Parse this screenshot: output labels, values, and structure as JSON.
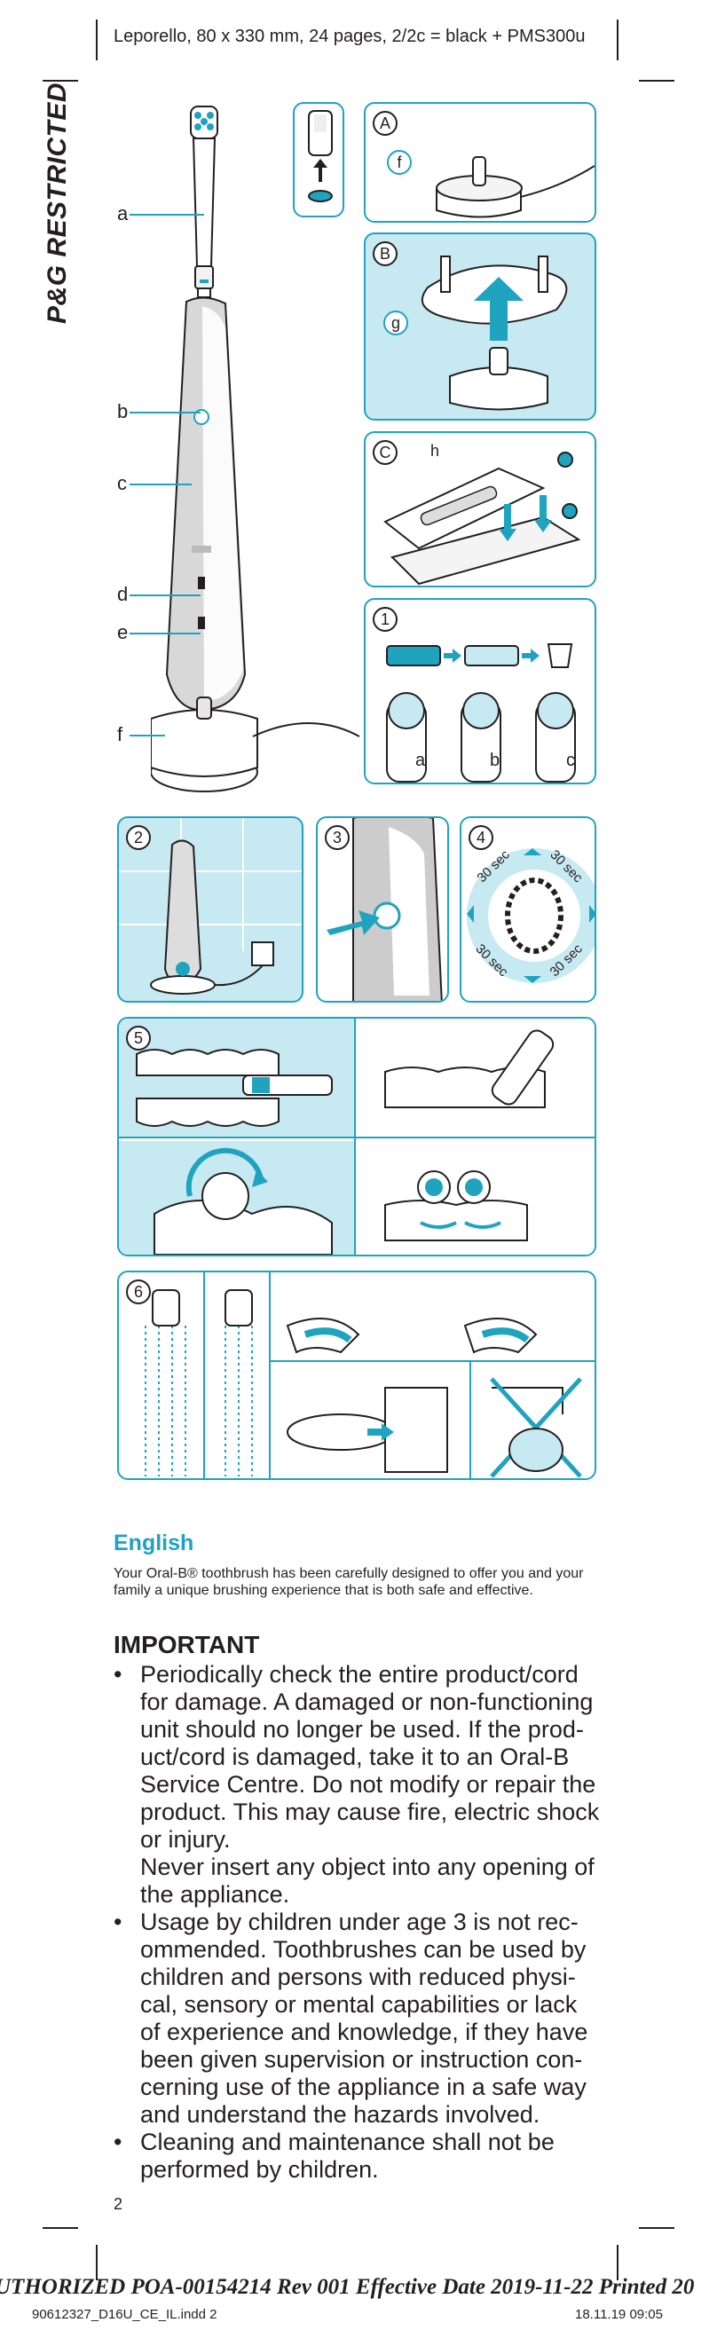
{
  "header": {
    "spec": "Leporello, 80 x 330 mm, 24 pages, 2/2c = black + PMS300u"
  },
  "watermark": {
    "restricted": "P&G RESTRICTED"
  },
  "overview": {
    "labels": [
      "a",
      "b",
      "c",
      "d",
      "e",
      "f"
    ]
  },
  "panels": {
    "A": {
      "num": "A",
      "callout": "f"
    },
    "B": {
      "num": "B",
      "callout": "g"
    },
    "C": {
      "num": "C",
      "callout": "h"
    },
    "p1": {
      "num": "1",
      "heads": [
        "a",
        "b",
        "c"
      ]
    },
    "p2": {
      "num": "2"
    },
    "p3": {
      "num": "3"
    },
    "p4": {
      "num": "4",
      "quadrants": [
        "30 sec",
        "30 sec",
        "30 sec",
        "30 sec"
      ]
    },
    "p5": {
      "num": "5"
    },
    "p6": {
      "num": "6"
    }
  },
  "colors": {
    "accent": "#1fa3bf",
    "light_fill": "#c7e9f2",
    "ink": "#231f20"
  },
  "text": {
    "language": "English",
    "intro": "Your Oral-B® toothbrush has been carefully designed to offer you and your family a unique brushing experience that is both safe and effective.",
    "important_heading": "IMPORTANT",
    "bullets": [
      [
        "Periodically check the entire product/cord",
        "for damage. A damaged or non-functioning",
        "unit should no longer be used. If the prod-",
        "uct/cord is damaged, take it to an Oral-B",
        "Service Centre. Do not modify or repair the",
        "product. This may cause fire, electric shock",
        "or injury.",
        "Never insert any object into any opening of",
        "the appliance."
      ],
      [
        "Usage by children under age 3 is not rec-",
        "ommended. Toothbrushes can be used by",
        "children and persons with reduced physi-",
        "cal, sensory or mental capabilities or lack",
        "of experience and knowledge, if they have",
        "been given supervision or instruction con-",
        "cerning use of the appliance in a safe way",
        "and understand the hazards involved."
      ],
      [
        "Cleaning and maintenance shall not be",
        "performed by children."
      ]
    ]
  },
  "footer": {
    "page_number": "2",
    "authorization": "UTHORIZED POA-00154214 Rev 001 Effective Date 2019-11-22 Printed 20",
    "file_name": "90612327_D16U_CE_IL.indd   2",
    "timestamp": "18.11.19   09:05"
  }
}
